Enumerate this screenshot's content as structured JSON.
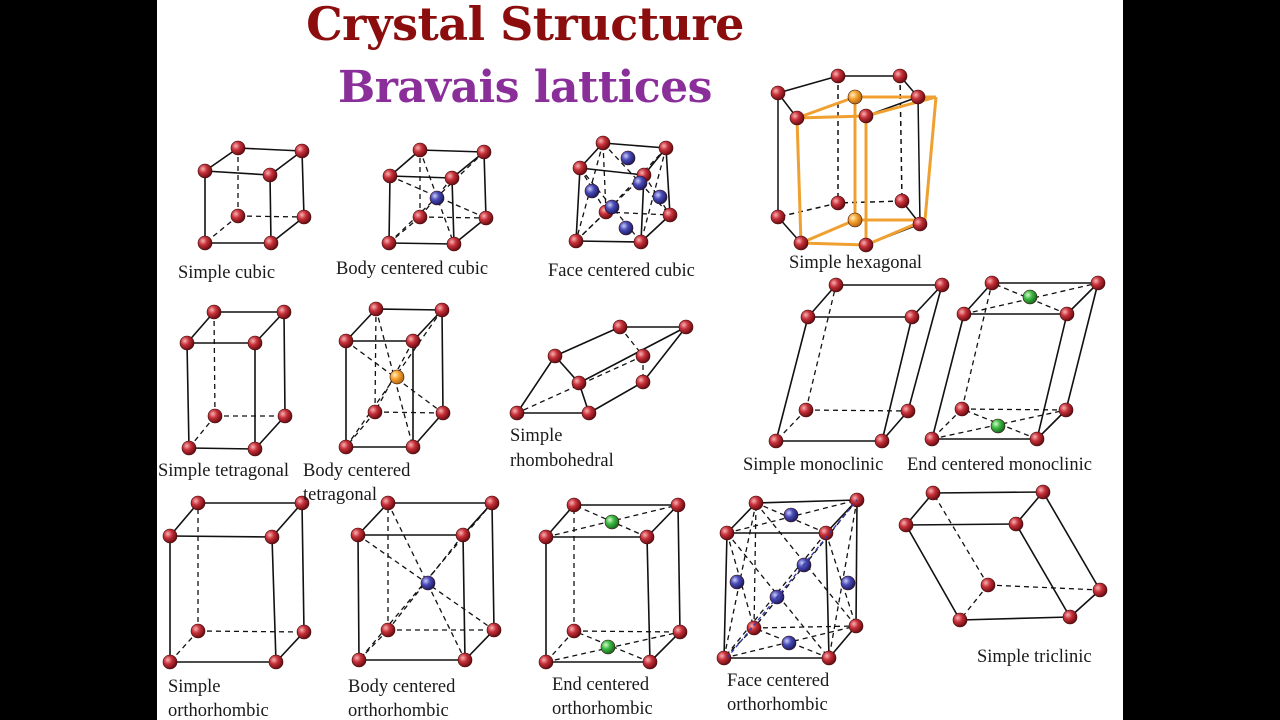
{
  "title": "Crystal Structure",
  "subtitle": "Bravais lattices",
  "colors": {
    "title": "#8b0d0d",
    "subtitle": "#8a2f9a",
    "lattice_edge": "#111111",
    "hexagonal_cell": "#f0a030",
    "corner_atom": "#b3202a",
    "body_or_face_atom": "#3a3aa8",
    "end_centered_atom": "#2fae3a",
    "tetragonal_body_atom": "#f4a030"
  },
  "lattices": [
    {
      "name": "Simple cubic",
      "label": "Simple cubic"
    },
    {
      "name": "Body centered cubic",
      "label": "Body centered cubic"
    },
    {
      "name": "Face centered cubic",
      "label": "Face centered cubic"
    },
    {
      "name": "Simple hexagonal",
      "label": "Simple hexagonal"
    },
    {
      "name": "Simple tetragonal",
      "label": "Simple tetragonal"
    },
    {
      "name": "Body centered tetragonal",
      "label": "Body centered tetragonal"
    },
    {
      "name": "Simple rhombohedral",
      "label": "Simple rhombohedral"
    },
    {
      "name": "Simple monoclinic",
      "label": "Simple monoclinic"
    },
    {
      "name": "End centered monoclinic",
      "label": "End centered monoclinic"
    },
    {
      "name": "Simple orthorhombic",
      "label": "Simple orthorhombic"
    },
    {
      "name": "Body centered orthorhombic",
      "label": "Body centered orthorhombic"
    },
    {
      "name": "End centered orthorhombic",
      "label": "End centered orthorhombic"
    },
    {
      "name": "Face centered orthorhombic",
      "label": "Face centered orthorhombic"
    },
    {
      "name": "Simple triclinic",
      "label": "Simple triclinic"
    }
  ]
}
